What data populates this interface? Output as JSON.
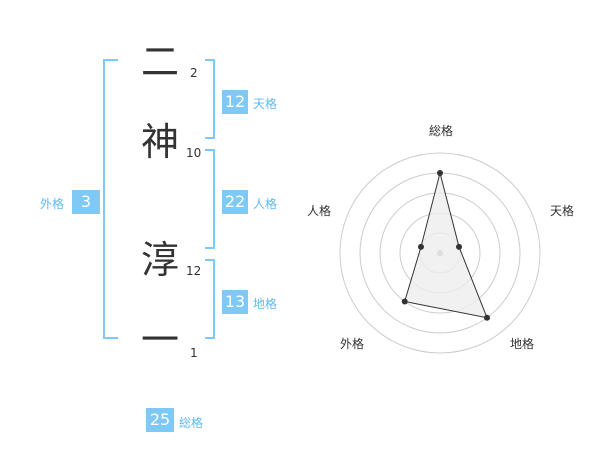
{
  "colors": {
    "accent": "#7ec9f5",
    "accent_text": "#5dbbf0",
    "bracket": "#7ec9f5",
    "text": "#333333",
    "radar_ring": "#cccccc",
    "radar_fill": "#eeeeee",
    "radar_line": "#333333"
  },
  "name": {
    "chars": [
      {
        "char": "二",
        "strokes": "2"
      },
      {
        "char": "神",
        "strokes": "10"
      },
      {
        "char": "淳",
        "strokes": "12"
      },
      {
        "char": "一",
        "strokes": "1"
      }
    ]
  },
  "kaku": {
    "tenkaku": {
      "value": "12",
      "label": "天格"
    },
    "jinkaku": {
      "value": "22",
      "label": "人格"
    },
    "chikaku": {
      "value": "13",
      "label": "地格"
    },
    "gaikaku": {
      "value": "3",
      "label": "外格"
    },
    "soukaku": {
      "value": "25",
      "label": "総格"
    }
  },
  "chart_data": {
    "type": "radar",
    "axes": [
      "総格",
      "天格",
      "地格",
      "外格",
      "人格"
    ],
    "values": [
      4,
      1,
      4,
      3,
      1
    ],
    "max": 5,
    "rings": 5
  }
}
